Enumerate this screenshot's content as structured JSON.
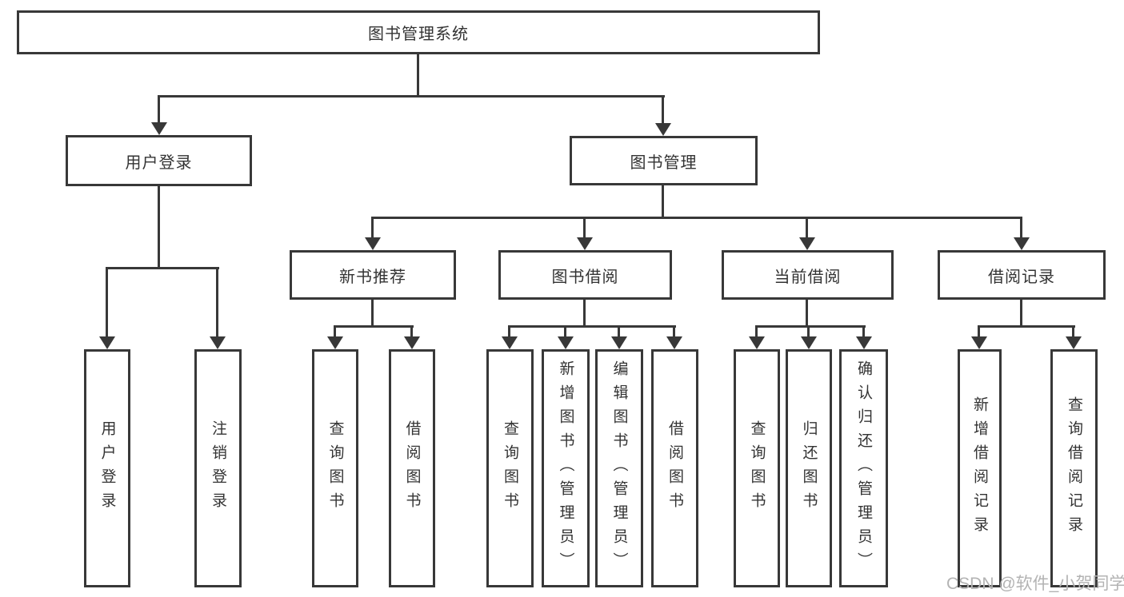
{
  "diagram": {
    "title": "图书管理系统",
    "branches": [
      {
        "label": "用户登录",
        "leaves": [
          "用户登录",
          "注销登录"
        ]
      },
      {
        "label": "图书管理",
        "groups": [
          {
            "label": "新书推荐",
            "leaves": [
              "查询图书",
              "借阅图书"
            ]
          },
          {
            "label": "图书借阅",
            "leaves": [
              "查询图书",
              "新增图书（管理员）",
              "编辑图书（管理员）",
              "借阅图书"
            ]
          },
          {
            "label": "当前借阅",
            "leaves": [
              "查询图书",
              "归还图书",
              "确认归还（管理员）"
            ]
          },
          {
            "label": "借阅记录",
            "leaves": [
              "新增借阅记录",
              "查询借阅记录"
            ]
          }
        ]
      }
    ],
    "watermark": "CSDN @软件_小贺同学"
  },
  "colors": {
    "line": "#383838",
    "text": "#333333",
    "background": "#ffffff",
    "watermark": "#b3b3b3"
  }
}
